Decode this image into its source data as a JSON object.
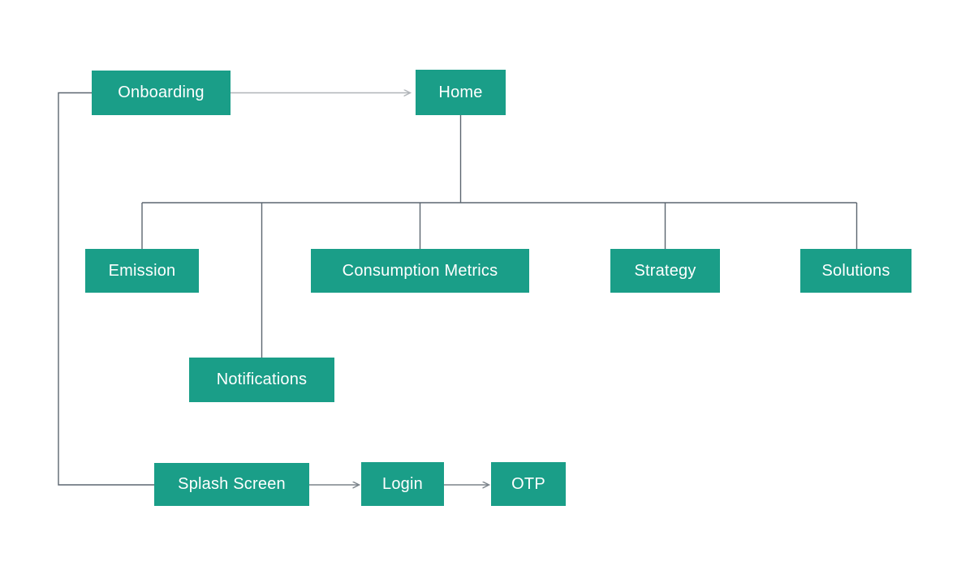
{
  "diagram": {
    "type": "sitemap-flowchart",
    "colors": {
      "node_fill": "#1a9e88",
      "node_text": "#ffffff",
      "tree_line": "#5c6670",
      "flow_arrow": "#7b838a",
      "light_arrow": "#b0b4b8",
      "background": "#ffffff"
    },
    "nodes": [
      {
        "id": "onboarding",
        "label": "Onboarding"
      },
      {
        "id": "home",
        "label": "Home"
      },
      {
        "id": "emission",
        "label": "Emission"
      },
      {
        "id": "consumption-metrics",
        "label": "Consumption Metrics"
      },
      {
        "id": "strategy",
        "label": "Strategy"
      },
      {
        "id": "solutions",
        "label": "Solutions"
      },
      {
        "id": "notifications",
        "label": "Notifications"
      },
      {
        "id": "splash-screen",
        "label": "Splash Screen"
      },
      {
        "id": "login",
        "label": "Login"
      },
      {
        "id": "otp",
        "label": "OTP"
      }
    ],
    "edges": [
      {
        "from": "onboarding",
        "to": "home",
        "style": "arrow"
      },
      {
        "from": "home",
        "to": "emission",
        "style": "tree"
      },
      {
        "from": "home",
        "to": "notifications",
        "style": "tree"
      },
      {
        "from": "home",
        "to": "consumption-metrics",
        "style": "tree"
      },
      {
        "from": "home",
        "to": "strategy",
        "style": "tree"
      },
      {
        "from": "home",
        "to": "solutions",
        "style": "tree"
      },
      {
        "from": "onboarding",
        "to": "splash-screen",
        "style": "elbow"
      },
      {
        "from": "splash-screen",
        "to": "login",
        "style": "arrow"
      },
      {
        "from": "login",
        "to": "otp",
        "style": "arrow"
      }
    ]
  }
}
